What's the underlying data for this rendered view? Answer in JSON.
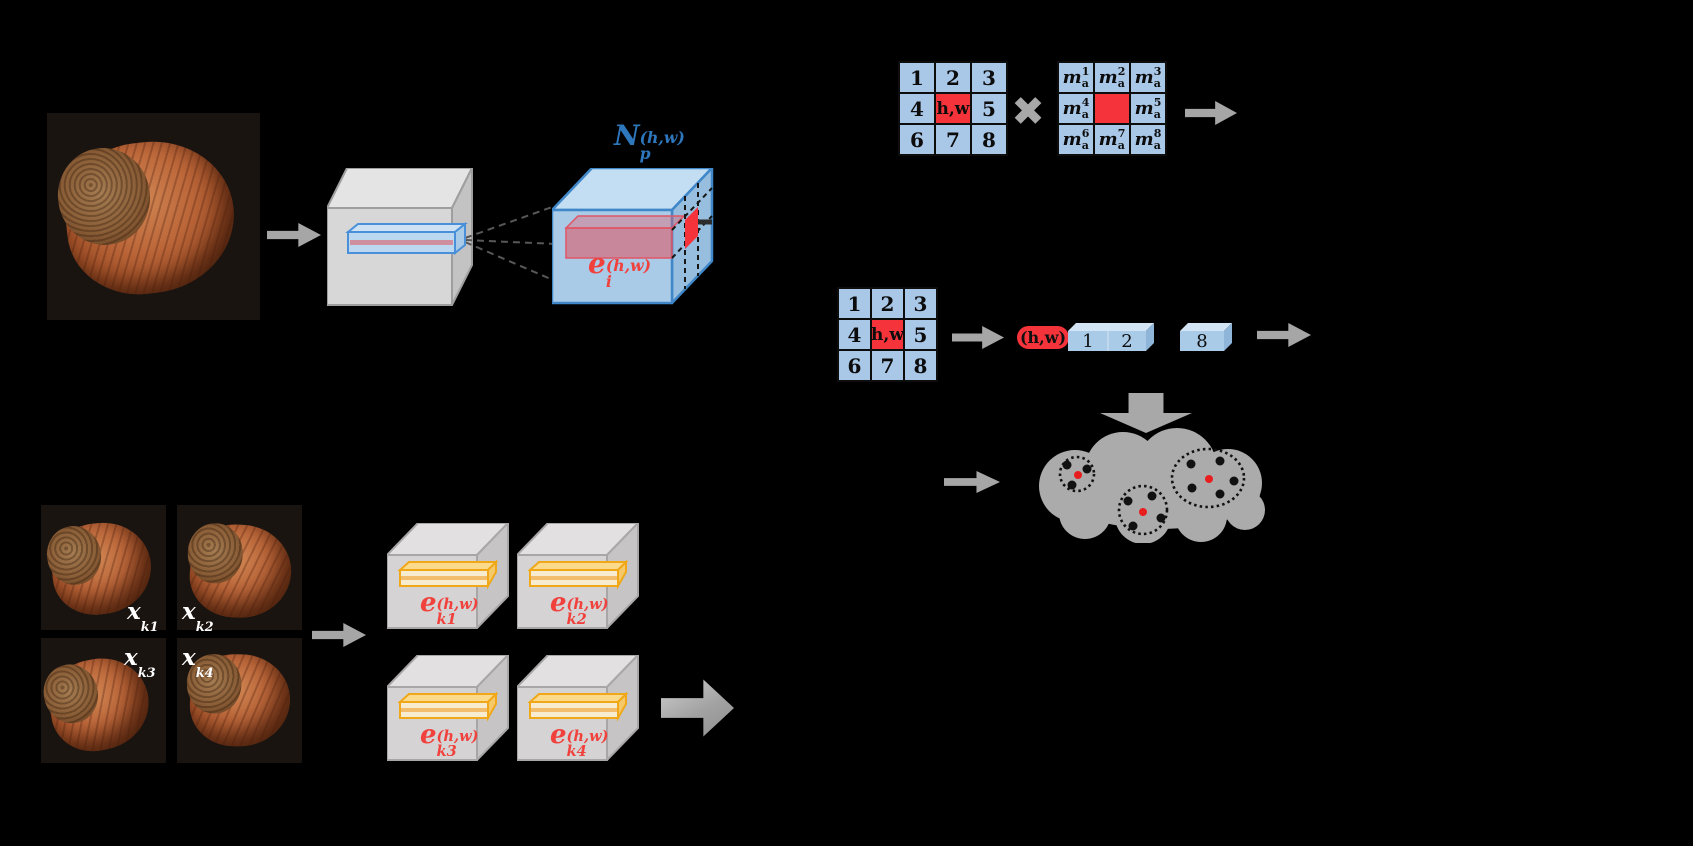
{
  "figure": {
    "background": "#000000",
    "accent_blue": "#a9c7e7",
    "accent_red": "#f5333a",
    "arrow_gray": "#a6a6a6",
    "ops": {
      "multiply": "✖"
    },
    "grids": {
      "neighbor": [
        "1",
        "2",
        "3",
        "4",
        "h,w",
        "5",
        "6",
        "7",
        "8"
      ],
      "mask": [
        {
          "base": "m",
          "sub": "a",
          "sup": "1"
        },
        {
          "base": "m",
          "sub": "a",
          "sup": "2"
        },
        {
          "base": "m",
          "sub": "a",
          "sup": "3"
        },
        {
          "base": "m",
          "sub": "a",
          "sup": "4"
        },
        {
          "base": "m",
          "sub": "a",
          "sup": "5"
        },
        {
          "base": "m",
          "sub": "a",
          "sup": "6"
        },
        {
          "base": "m",
          "sub": "a",
          "sup": "7"
        },
        {
          "base": "m",
          "sub": "a",
          "sup": "8"
        }
      ]
    },
    "sequence": {
      "pill": "(h,w)",
      "b1": "1",
      "b2": "2",
      "b3": "8"
    },
    "labels": {
      "neighborhood": {
        "base": "N",
        "sub": "p",
        "sup": "(h,w)"
      },
      "center_embedding": {
        "base": "e",
        "sub": "i",
        "sup": "(h,w)"
      },
      "augs": [
        {
          "base": "x",
          "sub": "k1"
        },
        {
          "base": "x",
          "sub": "k2"
        },
        {
          "base": "x",
          "sub": "k3"
        },
        {
          "base": "x",
          "sub": "k4"
        }
      ],
      "aug_embeddings": [
        {
          "base": "e",
          "sub": "k1",
          "sup": "(h,w)"
        },
        {
          "base": "e",
          "sub": "k2",
          "sup": "(h,w)"
        },
        {
          "base": "e",
          "sub": "k3",
          "sup": "(h,w)"
        },
        {
          "base": "e",
          "sub": "k4",
          "sup": "(h,w)"
        }
      ]
    }
  }
}
